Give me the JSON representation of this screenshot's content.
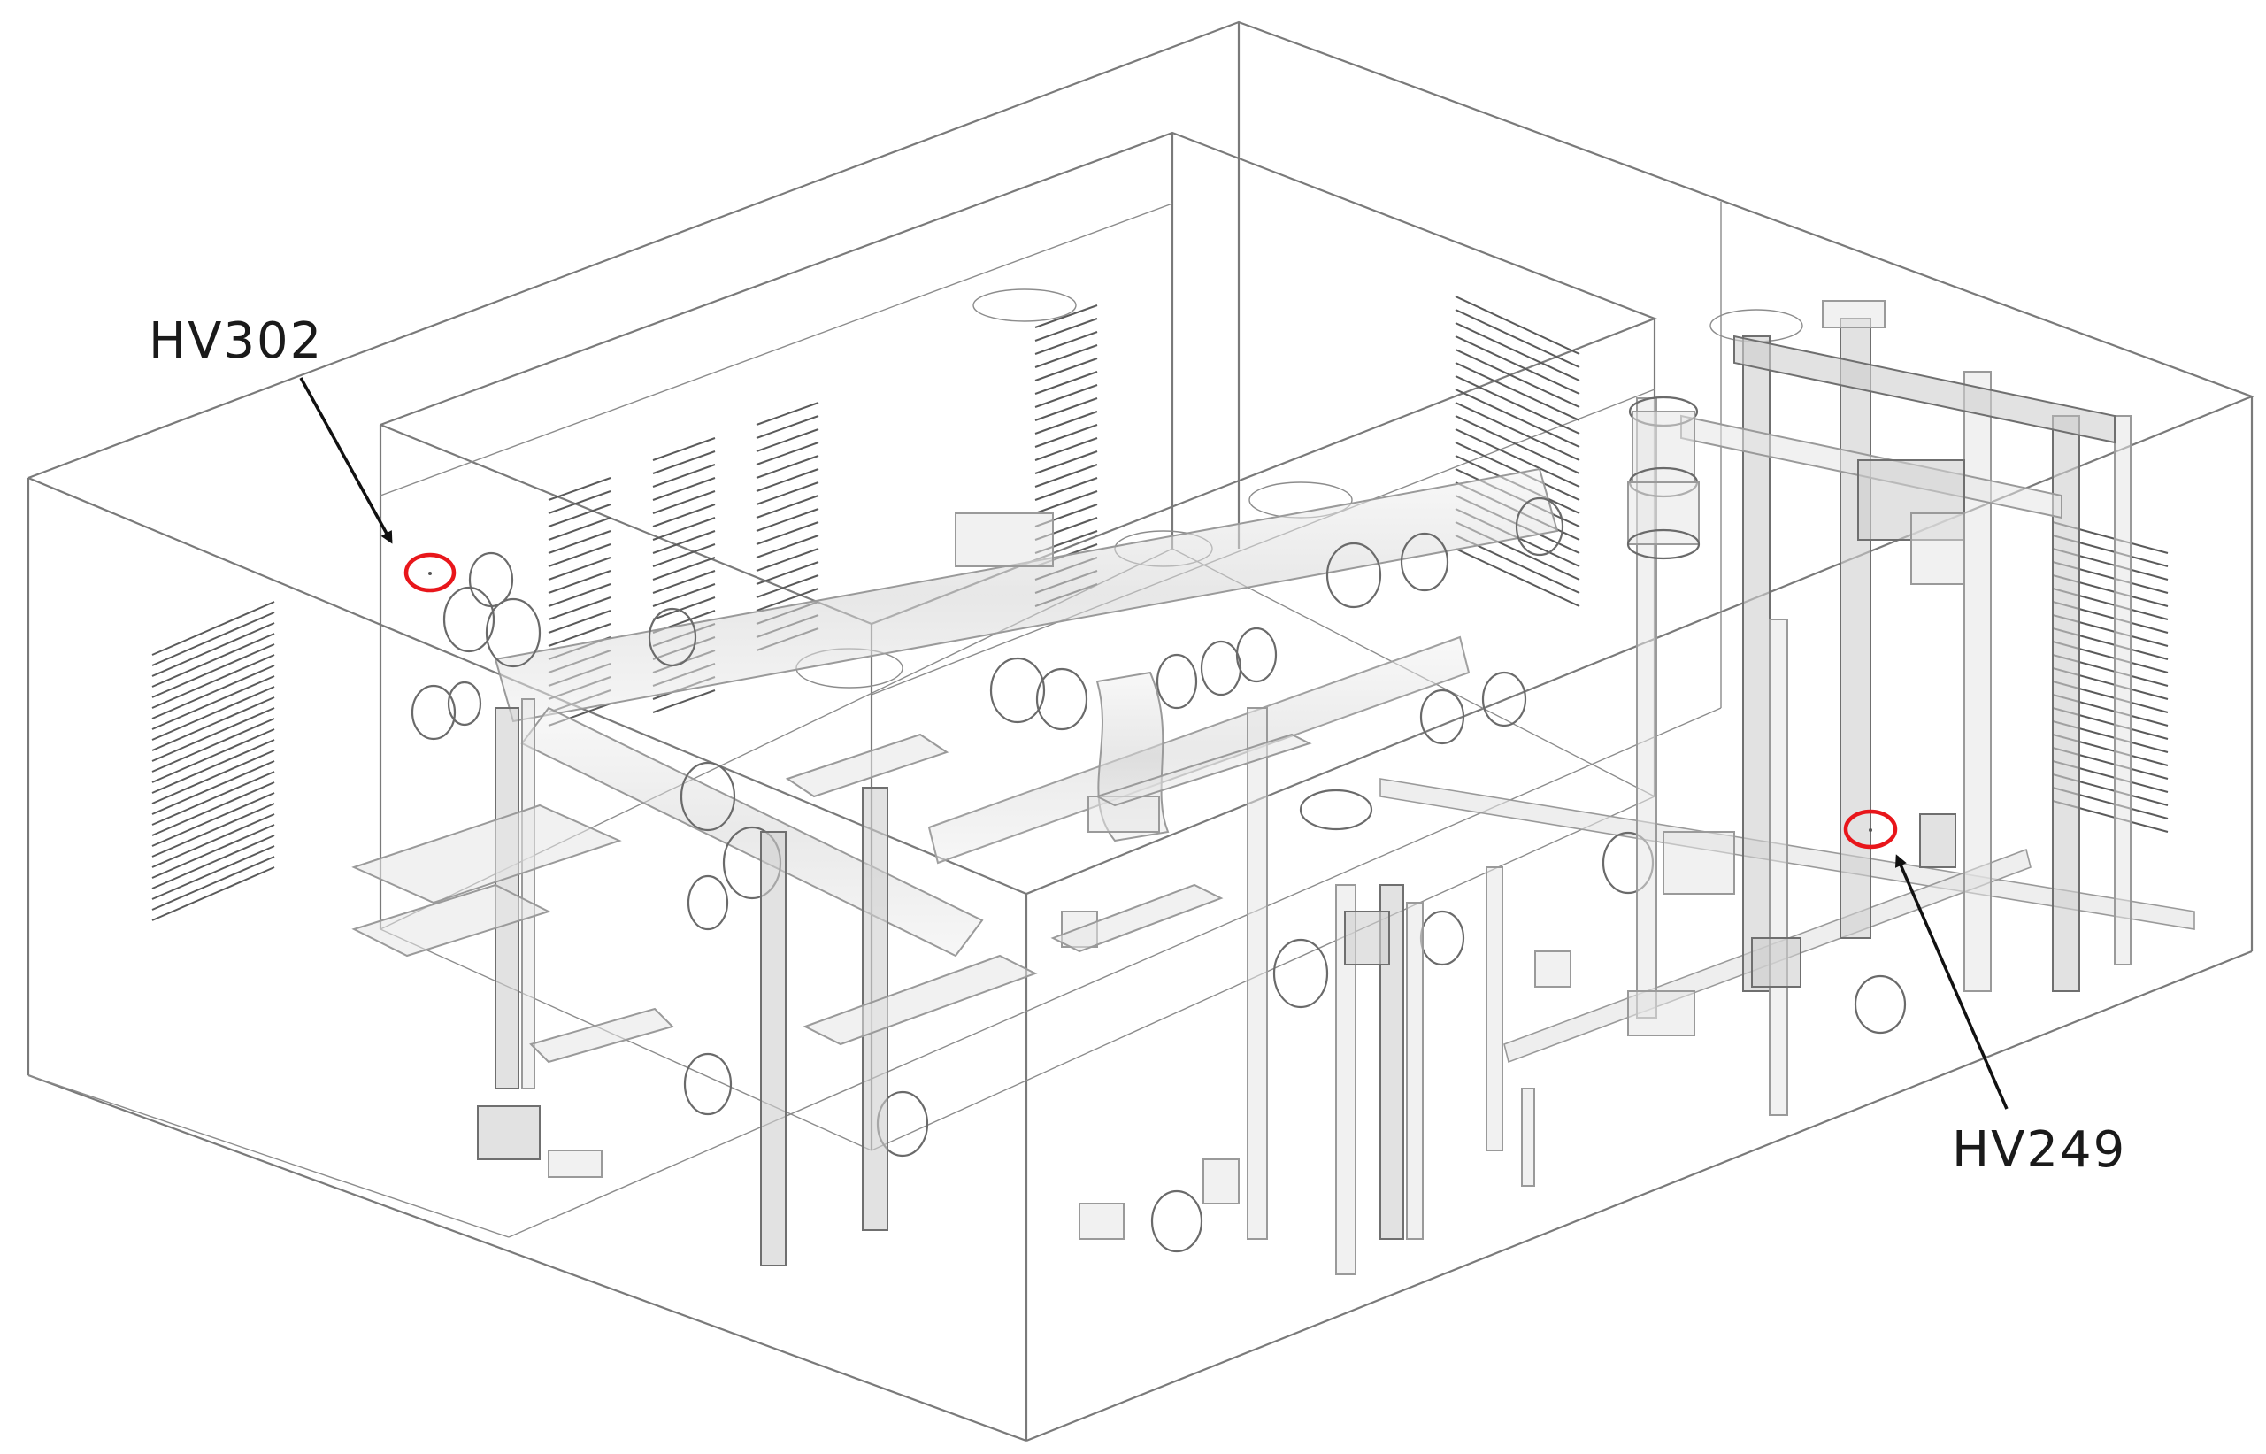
{
  "annotations": [
    {
      "id": "hv302",
      "text": "HV302",
      "marker_color": "#e8161b"
    },
    {
      "id": "hv249",
      "text": "HV249",
      "marker_color": "#e8161b"
    }
  ],
  "colors": {
    "background": "#ffffff",
    "structure_lines": "#7a7a7a",
    "highlight_marker": "#e8161b",
    "arrow": "#111111",
    "label_text": "#1a1a1a"
  }
}
